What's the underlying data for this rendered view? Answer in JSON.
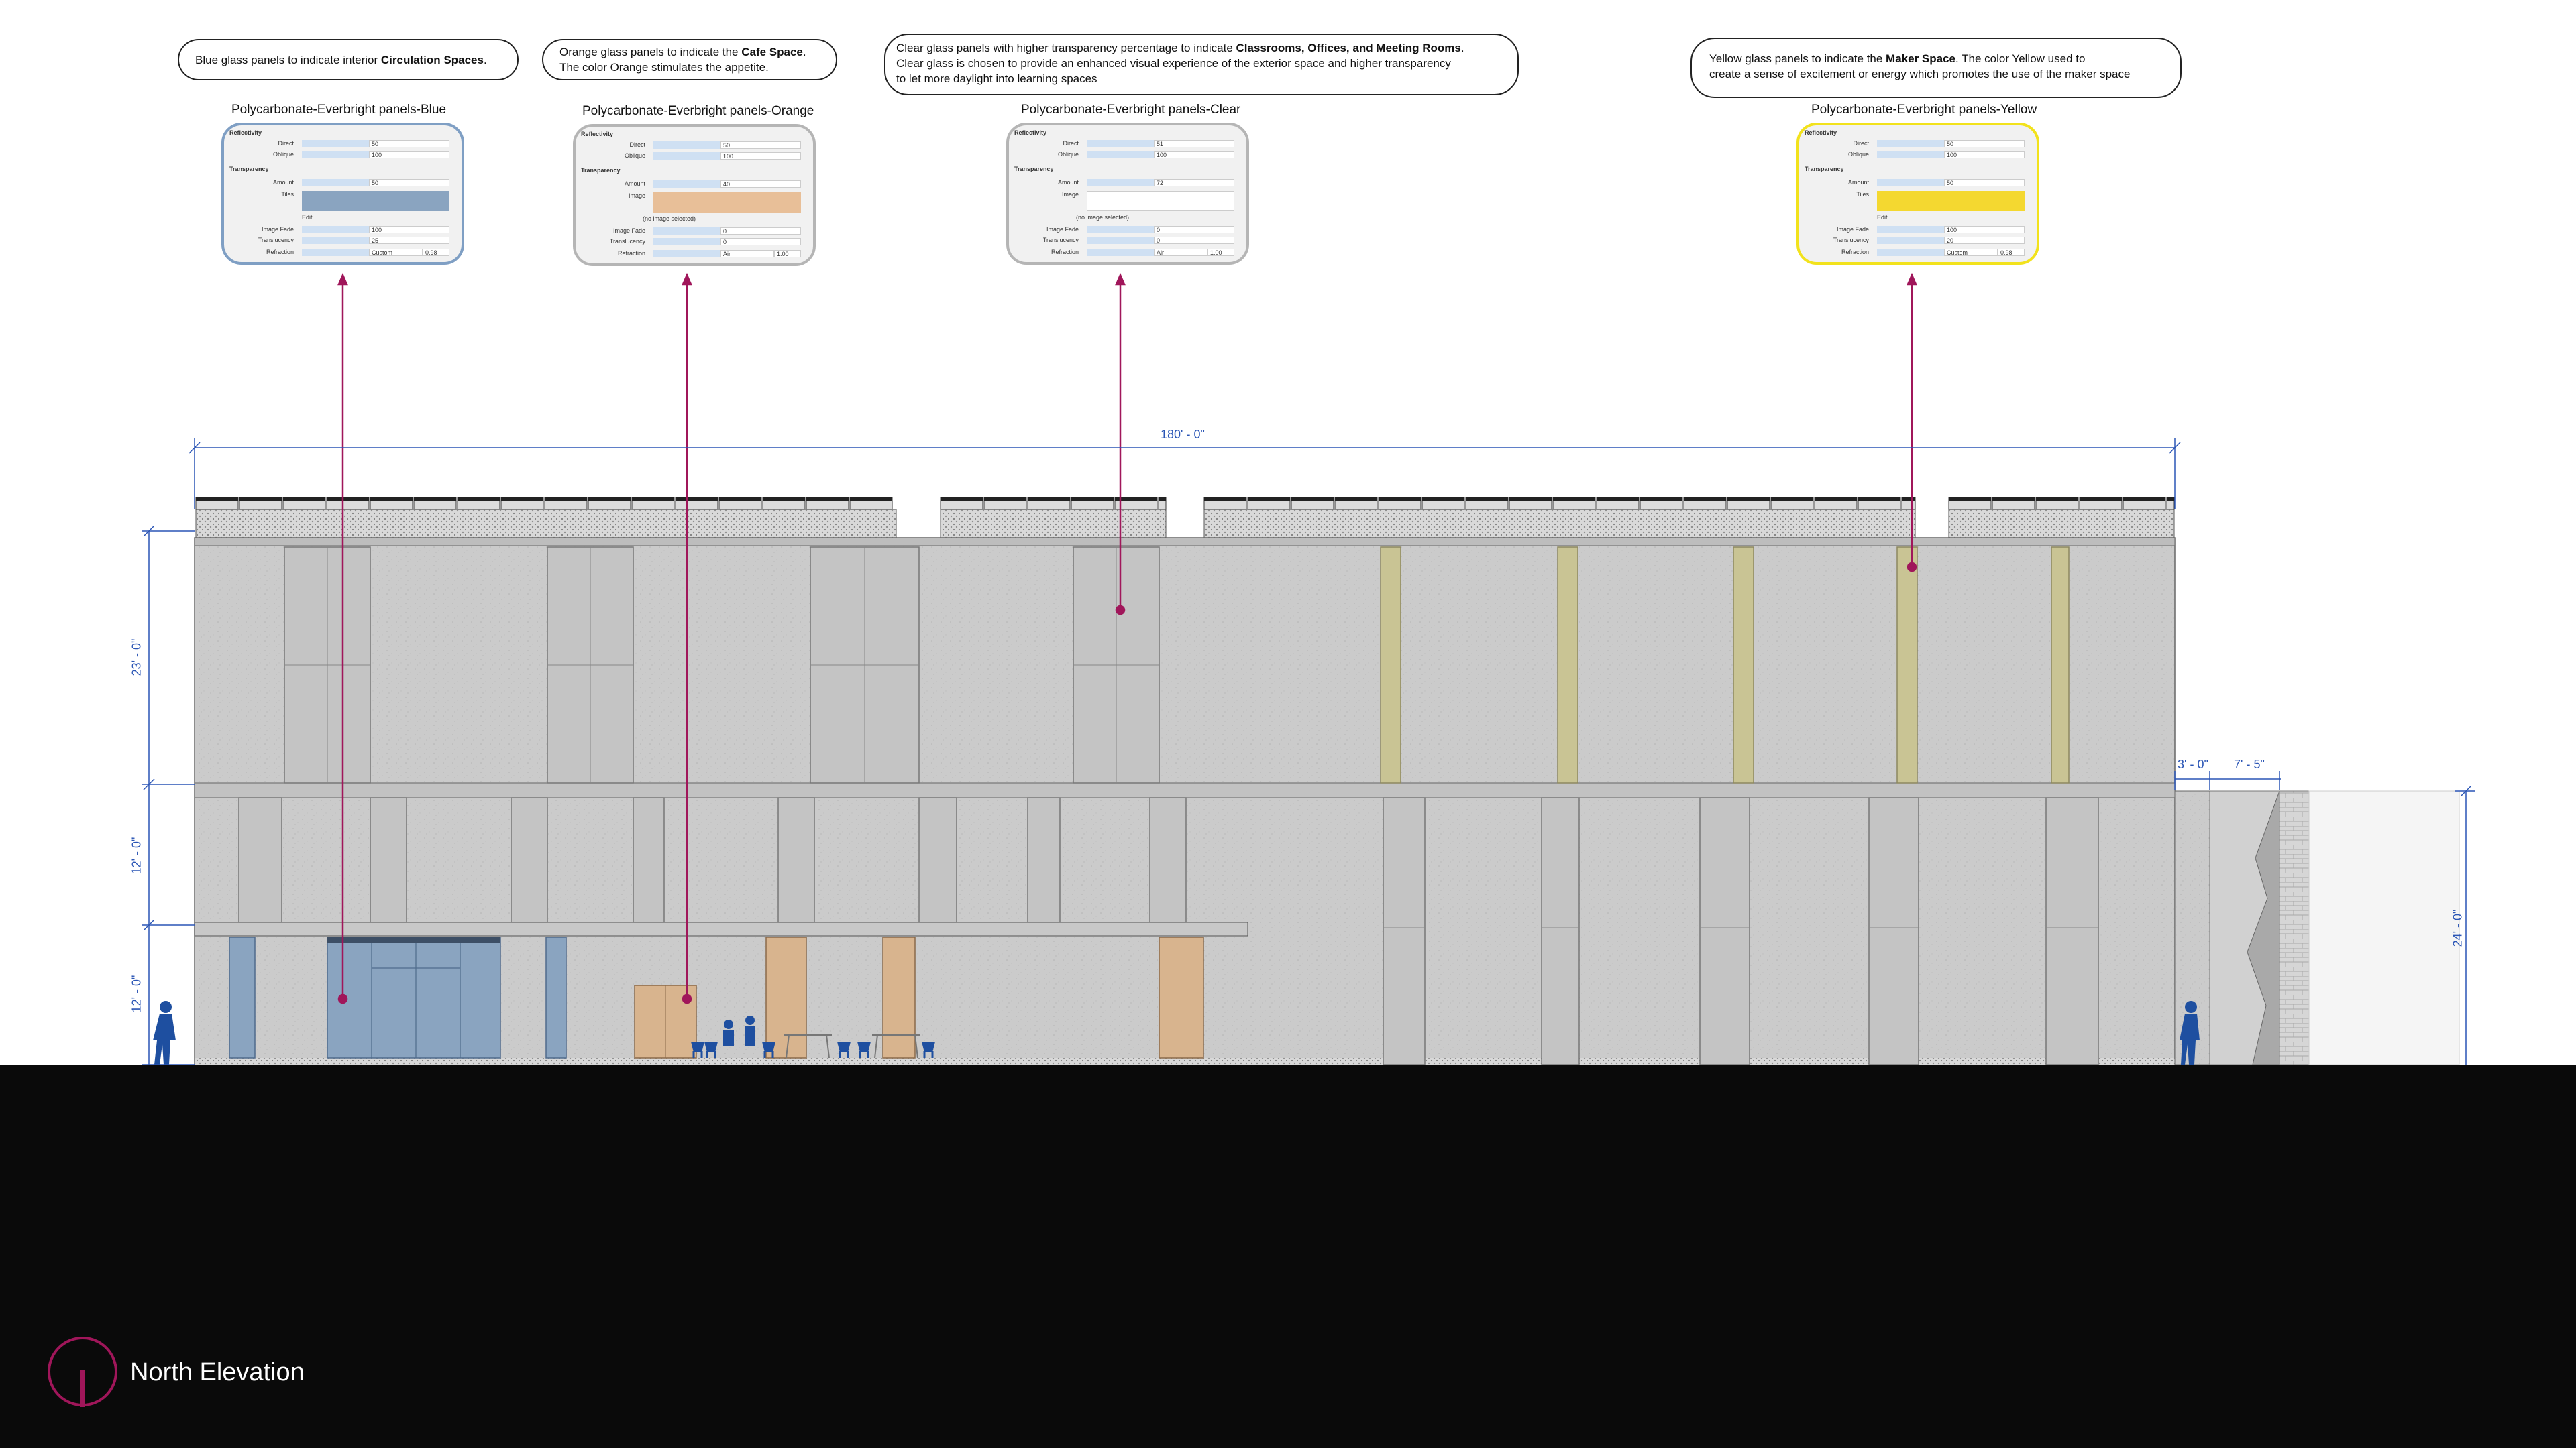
{
  "callouts": {
    "blue": {
      "pre": "Blue glass panels to indicate interior ",
      "bold": "Circulation Spaces",
      "post": "."
    },
    "orange": {
      "pre": "Orange glass panels to indicate the ",
      "bold": "Cafe Space",
      "post": ".",
      "line2": "The color Orange stimulates the appetite."
    },
    "clear": {
      "pre": "Clear glass panels with higher transparency percentage  to indicate ",
      "bold": "Classrooms, Offices, and Meeting Rooms",
      "post": ".",
      "line2": "Clear glass is chosen  to provide an enhanced visual experience of the exterior space and higher transparency",
      "line3": " to let more daylight into learning spaces"
    },
    "yellow": {
      "pre": "Yellow glass panels to indicate the ",
      "bold": "Maker Space",
      "post": ". The color Yellow  used to",
      "line2": "create a sense of excitement or energy which promotes the use of the maker space"
    }
  },
  "panels": [
    {
      "id": "blue",
      "title": "Polycarbonate-Everbright panels-Blue",
      "direct": "50",
      "oblique": "100",
      "amount": "50",
      "image_label": "Tiles",
      "edit": "Edit...",
      "no_image": "",
      "image_fade": "100",
      "translucency": "25",
      "refraction": "Custom",
      "refraction_val": "0.98"
    },
    {
      "id": "orange",
      "title": "Polycarbonate-Everbright panels-Orange",
      "direct": "50",
      "oblique": "100",
      "amount": "40",
      "image_label": "Image",
      "edit": "",
      "no_image": "(no image selected)",
      "image_fade": "0",
      "translucency": "0",
      "refraction": "Air",
      "refraction_val": "1.00"
    },
    {
      "id": "clear",
      "title": "Polycarbonate-Everbright panels-Clear",
      "direct": "51",
      "oblique": "100",
      "amount": "72",
      "image_label": "Image",
      "edit": "",
      "no_image": "(no image selected)",
      "image_fade": "0",
      "translucency": "0",
      "refraction": "Air",
      "refraction_val": "1.00"
    },
    {
      "id": "yellow",
      "title": "Polycarbonate-Everbright panels-Yellow",
      "direct": "50",
      "oblique": "100",
      "amount": "50",
      "image_label": "Tiles",
      "edit": "Edit...",
      "no_image": "",
      "image_fade": "100",
      "translucency": "20",
      "refraction": "Custom",
      "refraction_val": "0.98"
    }
  ],
  "panel_labels": {
    "reflectivity": "Reflectivity",
    "transparency": "Transparency",
    "direct": "Direct",
    "oblique": "Oblique",
    "amount": "Amount",
    "image_fade": "Image Fade",
    "translucency": "Translucency",
    "refraction": "Refraction"
  },
  "dimensions": {
    "overall": "180' - 0\"",
    "level3": "23' - 0\"",
    "level2": "12' - 0\"",
    "level1": "12' - 0\"",
    "side_a": "3' - 0\"",
    "side_b": "7' - 5\"",
    "side_h": "24' - 0\""
  },
  "view_title": "North Elevation",
  "colors": {
    "leader": "#a0165a",
    "dimension": "#2a55b5",
    "facade": "#cbcbcb",
    "blue_glass": "#8aa4c0",
    "orange_glass": "#d8b48e",
    "yellow_glass": "#c9c494",
    "people": "#1e4fa0"
  }
}
